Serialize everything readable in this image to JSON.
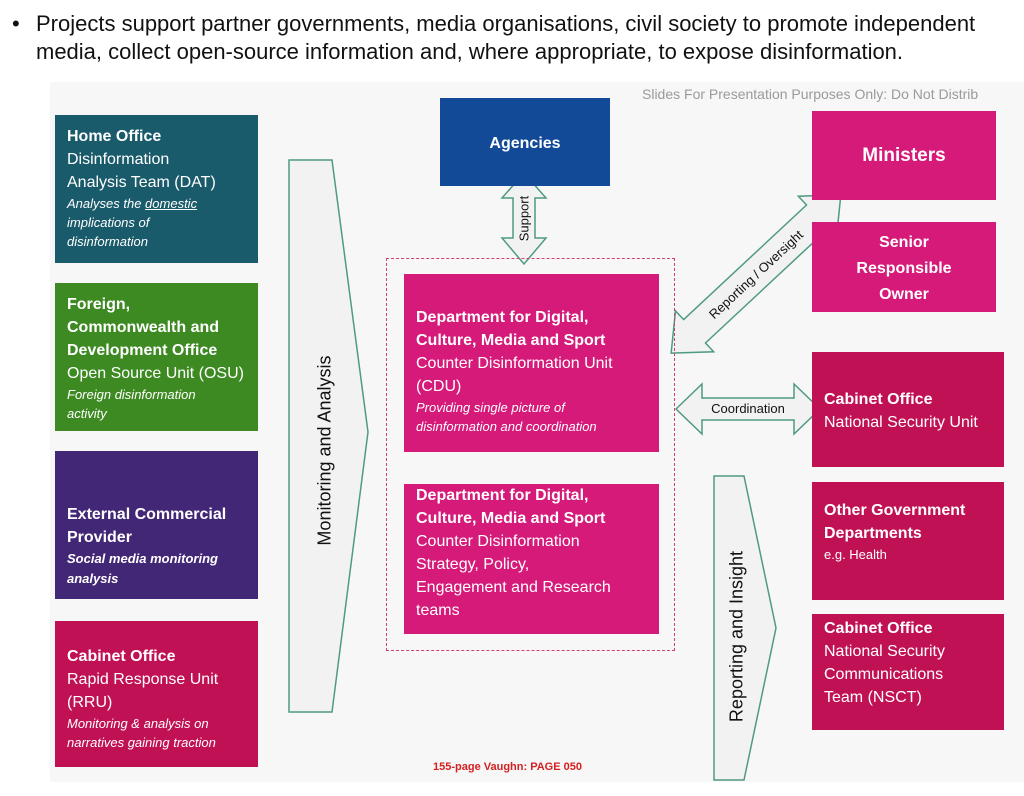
{
  "bullet": {
    "symbol": "•",
    "line1": "Projects support partner governments, media organisations, civil society to promote independent",
    "line2": "media, collect open-source information and, where appropriate, to expose disinformation."
  },
  "watermark": "Slides For Presentation Purposes Only: Do Not Distrib",
  "left_boxes": {
    "home_office": {
      "title": "Home Office",
      "line1": "Disinformation",
      "line2": "Analysis Team (DAT)",
      "note_a": "Analyses the ",
      "note_u": "domestic",
      "note_b": "implications of",
      "note_c": "disinformation"
    },
    "fcdo": {
      "title1": "Foreign,",
      "title2": "Commonwealth and",
      "title3": "Development Office",
      "unit": "Open Source Unit (OSU)",
      "note1": "Foreign disinformation",
      "note2": "activity"
    },
    "external": {
      "title1": "External Commercial",
      "title2": "Provider",
      "note1": "Social media monitoring",
      "note2": "analysis"
    },
    "cabinet_rru": {
      "title": "Cabinet Office",
      "line1": "Rapid Response Unit",
      "line2": "(RRU)",
      "note1": "Monitoring & analysis on",
      "note2": "narratives gaining traction"
    }
  },
  "monitoring_label": "Monitoring and Analysis",
  "agencies": "Agencies",
  "support_label": "Support",
  "center": {
    "cdu": {
      "title1": "Department for Digital,",
      "title2": "Culture, Media and Sport",
      "line1": "Counter Disinformation Unit",
      "line2": "(CDU)",
      "note1": "Providing single picture of",
      "note2": "disinformation and coordination"
    },
    "strategy": {
      "title1": "Department for Digital,",
      "title2": "Culture, Media and Sport",
      "line1": "Counter Disinformation",
      "line2": "Strategy, Policy,",
      "line3": "Engagement and Research",
      "line4": "teams"
    }
  },
  "reporting_oversight_label": "Reporting / Oversight",
  "coordination_label": "Coordination",
  "reporting_insight_label": "Reporting and Insight",
  "right_boxes": {
    "ministers": "Ministers",
    "sro": {
      "line1": "Senior",
      "line2": "Responsible",
      "line3": "Owner"
    },
    "cabinet_nsu": {
      "title": "Cabinet Office",
      "line1": "National Security Unit"
    },
    "ogd": {
      "title1": "Other Government",
      "title2": "Departments",
      "note": "e.g. Health"
    },
    "cabinet_nsct": {
      "title": "Cabinet Office",
      "line1": "National Security",
      "line2": "Communications",
      "line3": "Team (NSCT)"
    }
  },
  "footer": "155-page Vaughn: PAGE 050",
  "colors": {
    "teal": "#1a5b6b",
    "green": "#3d8a22",
    "purple": "#432777",
    "crimson": "#c11155",
    "magenta": "#d61a7a",
    "navy": "#124a98",
    "arrow_fill": "#f2f2f2",
    "arrow_stroke": "#4f9a82"
  }
}
